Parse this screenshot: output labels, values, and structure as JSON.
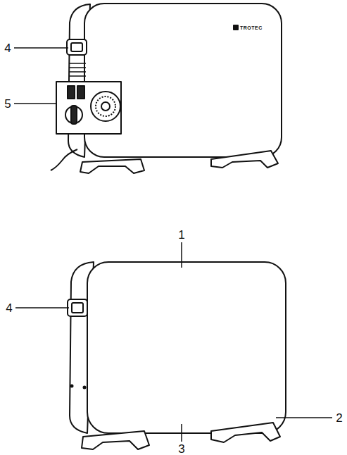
{
  "diagram": {
    "labels": [
      "TROTEC",
      "4",
      "5",
      "1",
      "4",
      "2",
      "3"
    ]
  }
}
